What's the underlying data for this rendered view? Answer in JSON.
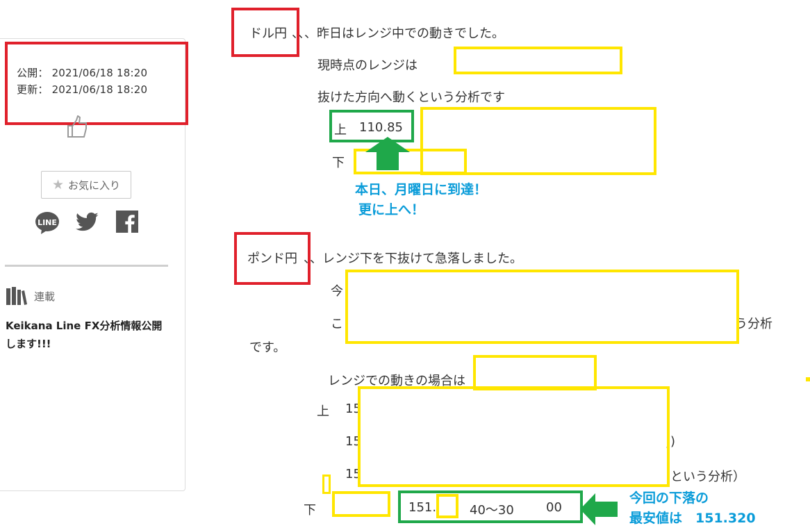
{
  "meta": {
    "published": "公開： 2021/06/18 18:20",
    "updated": "更新： 2021/06/18 18:20"
  },
  "sidebar": {
    "favorite_label": "お気に入り",
    "series_label": "連載",
    "series_title": "Keikana Line FX分析情報公開します!!!"
  },
  "icons": [
    "like-icon",
    "star-icon",
    "line-icon",
    "twitter-icon",
    "facebook-icon",
    "books-icon"
  ],
  "colors": {
    "highlight_red": "#e0202b",
    "highlight_yellow": "#ffe600",
    "highlight_green": "#1fa84a",
    "annotation_blue": "#0a9cd9"
  },
  "article": {
    "usd_title": "ドル円",
    "usd_rest": "、、、昨日はレンジ中での動きでした。",
    "usd_range": "現時点のレンジは",
    "usd_direction": "抜けた方向へ動くという分析です",
    "usd_up_label": "上",
    "usd_up_value": "110.85",
    "usd_down_label": "下",
    "usd_note_1": "本日、月曜日に到達！",
    "usd_note_2": "更に上へ！",
    "gbp_title": "ポンド円",
    "gbp_rest": "、、レンジ下を下抜けて急落しました。",
    "gbp_line1": "今",
    "gbp_line2_start": "こ",
    "gbp_line2_end": "う分析",
    "gbp_line2_wrap": "です。",
    "gbp_range_case": "レンジでの動きの場合は",
    "gbp_up_label": "上",
    "gbp_val_a": "15",
    "gbp_val_b": "15",
    "gbp_paren_b": "j)",
    "gbp_val_c": "15",
    "gbp_paren_c": "という分析）",
    "gbp_down_label": "下",
    "gbp_low_a": "151.",
    "gbp_low_b": "40～30",
    "gbp_low_c": "00",
    "gbp_note_1": "今回の下落の",
    "gbp_note_2": "最安値は　151.320"
  }
}
